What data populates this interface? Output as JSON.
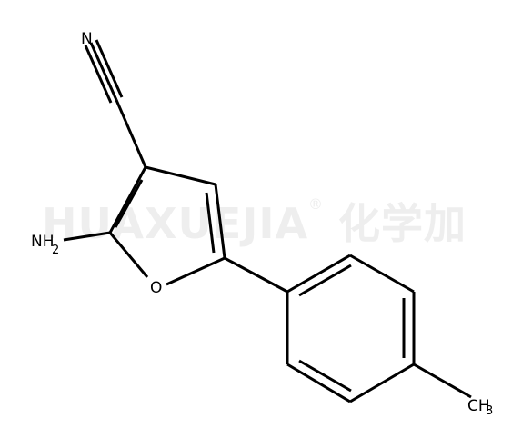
{
  "watermark": {
    "text": "HUAXUEJIA",
    "registered": "®",
    "chinese": "化学加"
  },
  "atoms": {
    "nitrile_n": "N",
    "amine": {
      "main": "NH",
      "sub": "2"
    },
    "ring_o": "O",
    "methyl": {
      "main": "CH",
      "sub": "3"
    }
  }
}
